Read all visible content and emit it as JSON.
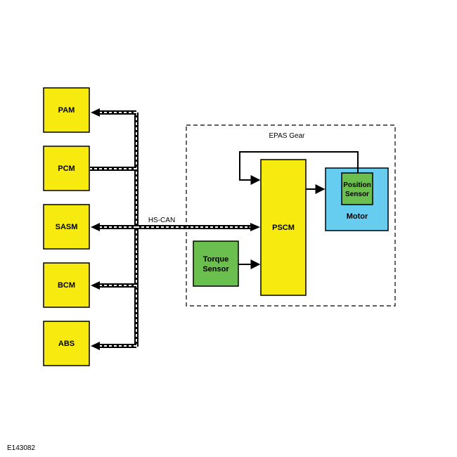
{
  "modules": {
    "pam": "PAM",
    "pcm": "PCM",
    "sasm": "SASM",
    "bcm": "BCM",
    "abs": "ABS"
  },
  "bus_label": "HS-CAN",
  "epas": {
    "title": "EPAS Gear",
    "pscm": "PSCM",
    "torque_sensor": [
      "Torque",
      "Sensor"
    ],
    "position_sensor": [
      "Position",
      "Sensor"
    ],
    "motor": "Motor"
  },
  "reference": "E143082",
  "colors": {
    "module_fill": "#f7ea0f",
    "sensor_fill": "#6bbf4f",
    "motor_fill": "#67cdf0",
    "outline": "#000000"
  }
}
